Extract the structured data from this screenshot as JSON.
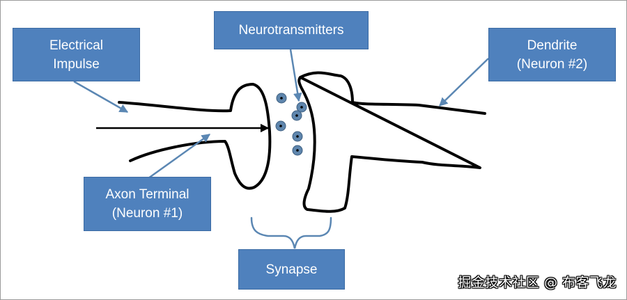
{
  "labels": {
    "electrical_impulse": {
      "line1": "Electrical",
      "line2": "Impulse"
    },
    "neurotransmitters": {
      "line1": "Neurotransmitters"
    },
    "dendrite": {
      "line1": "Dendrite",
      "line2": "(Neuron #2)"
    },
    "axon_terminal": {
      "line1": "Axon Terminal",
      "line2": "(Neuron #1)"
    },
    "synapse": {
      "line1": "Synapse"
    }
  },
  "watermark": "掘金技术社区 @ 布客飞龙",
  "colors": {
    "label_fill": "#4f81bd",
    "label_text": "#ffffff",
    "arrow": "#5b87b3",
    "outline": "#000000",
    "molecule_fill": "#5f86ad",
    "bracket": "#5b87b3"
  }
}
